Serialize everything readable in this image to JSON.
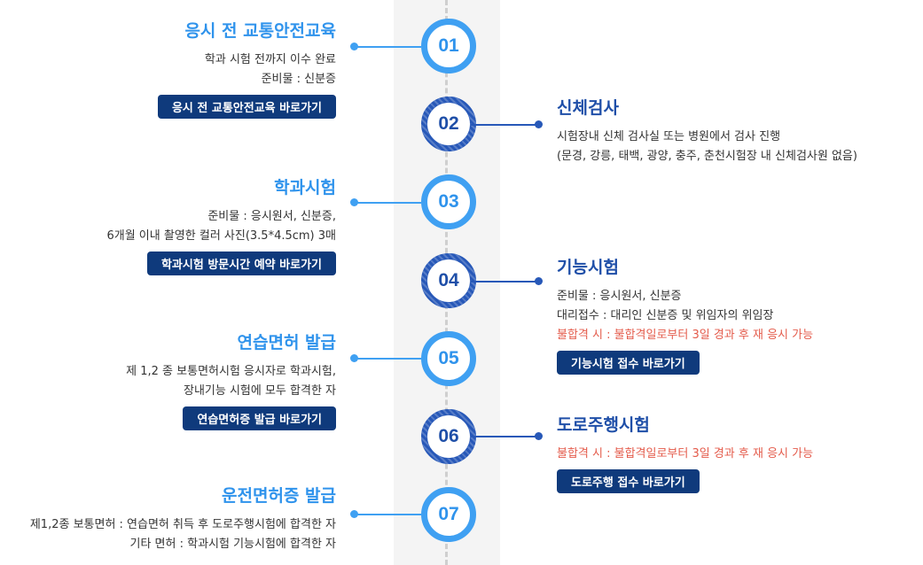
{
  "steps": [
    {
      "number": "01",
      "title": "응시 전 교통안전교육",
      "lines": [
        "학과 시험 전까지 이수 완료",
        "준비물 : 신분증"
      ],
      "button": "응시 전 교통안전교육 바로가기"
    },
    {
      "number": "02",
      "title": "신체검사",
      "lines": [
        "시험장내 신체 검사실 또는 병원에서 검사 진행",
        "(문경, 강릉, 태백, 광양, 충주, 춘천시험장 내 신체검사원 없음)"
      ]
    },
    {
      "number": "03",
      "title": "학과시험",
      "lines": [
        "준비물 : 응시원서, 신분증,",
        "6개월 이내 촬영한 컬러 사진(3.5*4.5cm) 3매"
      ],
      "button": "학과시험 방문시간 예약 바로가기"
    },
    {
      "number": "04",
      "title": "기능시험",
      "lines": [
        "준비물 : 응시원서, 신분증",
        "대리접수 : 대리인 신분증 및 위임자의 위임장"
      ],
      "notice": "불합격 시 : 불합격일로부터 3일 경과 후 재 응시 가능",
      "button": "기능시험 접수 바로가기"
    },
    {
      "number": "05",
      "title": "연습면허 발급",
      "lines": [
        "제 1,2 종 보통면허시험 응시자로 학과시험,",
        "장내기능 시험에 모두 합격한 자"
      ],
      "button": "연습면허증 발급 바로가기"
    },
    {
      "number": "06",
      "title": "도로주행시험",
      "notice": "불합격 시 : 불합격일로부터 3일 경과 후 재 응시 가능",
      "button": "도로주행 접수 바로가기"
    },
    {
      "number": "07",
      "title": "운전면허증 발급",
      "lines": [
        "제1,2종 보통면허 : 연습면허 취득 후 도로주행시험에 합격한 자",
        "기타 면허 : 학과시험 기능시험에 합격한 자"
      ]
    }
  ],
  "colors": {
    "light": "#3fa0f2",
    "dark": "#2758b8",
    "button": "#0f3a7c",
    "notice": "#e45b4b"
  }
}
